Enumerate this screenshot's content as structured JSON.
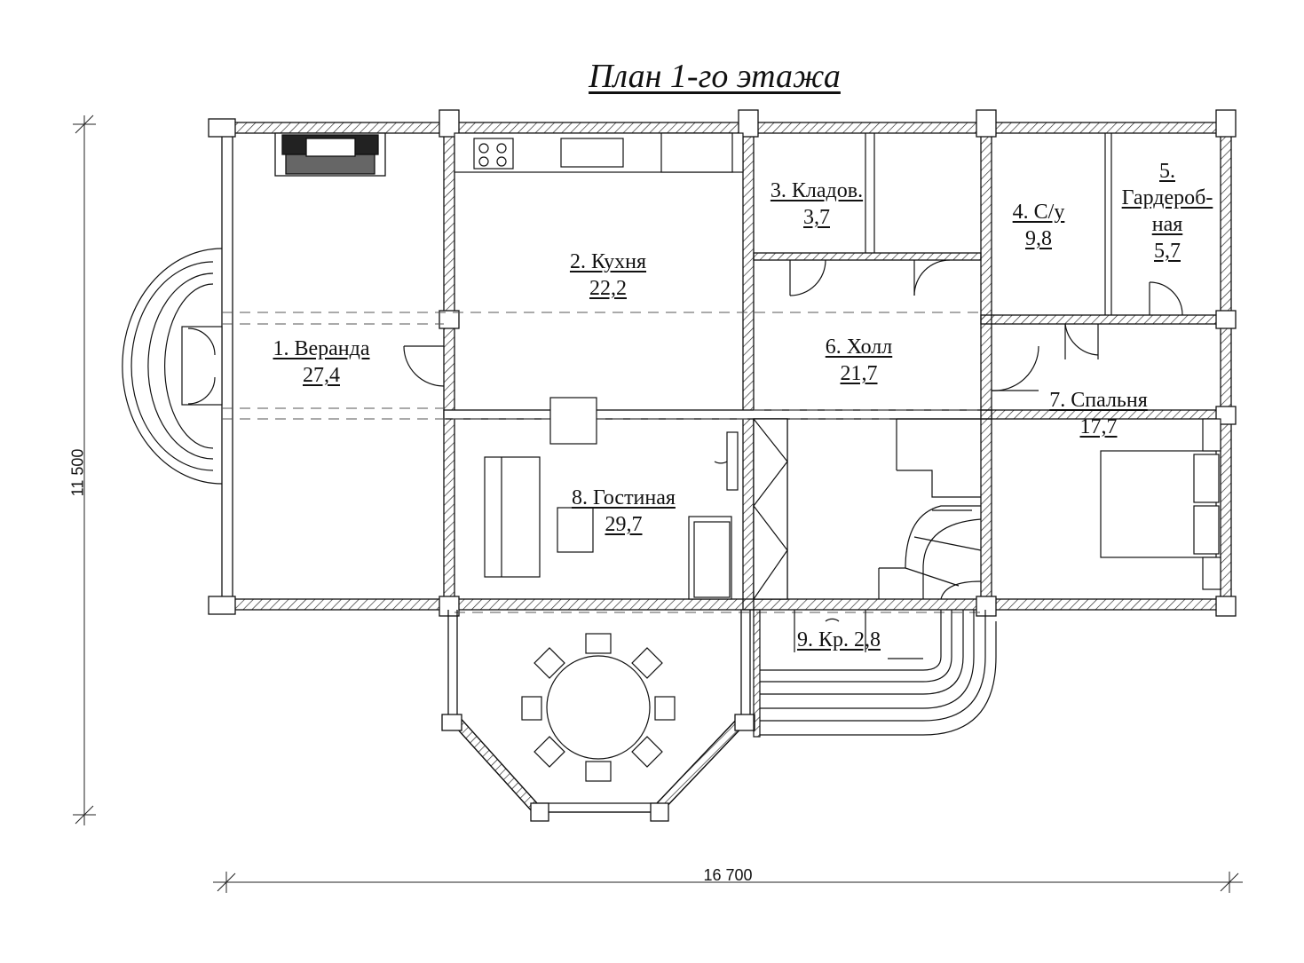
{
  "title": "План 1-го этажа",
  "dimensions": {
    "width": "16 700",
    "height": "11 500"
  },
  "rooms": [
    {
      "name": "1. Веранда",
      "area": "27,4"
    },
    {
      "name": "2. Кухня",
      "area": "22,2"
    },
    {
      "name": "3. Кладов.",
      "area": "3,7"
    },
    {
      "name": "4. С/у",
      "area": "9,8"
    },
    {
      "name_line1": "5.",
      "name_line2": "Гардероб-",
      "name_line3": "ная",
      "area": "5,7"
    },
    {
      "name": "6. Холл",
      "area": "21,7"
    },
    {
      "name": "7. Спальня",
      "area": "17,7"
    },
    {
      "name": "8. Гостиная",
      "area": "29,7"
    },
    {
      "name": "9. Кр. 2,8"
    }
  ]
}
